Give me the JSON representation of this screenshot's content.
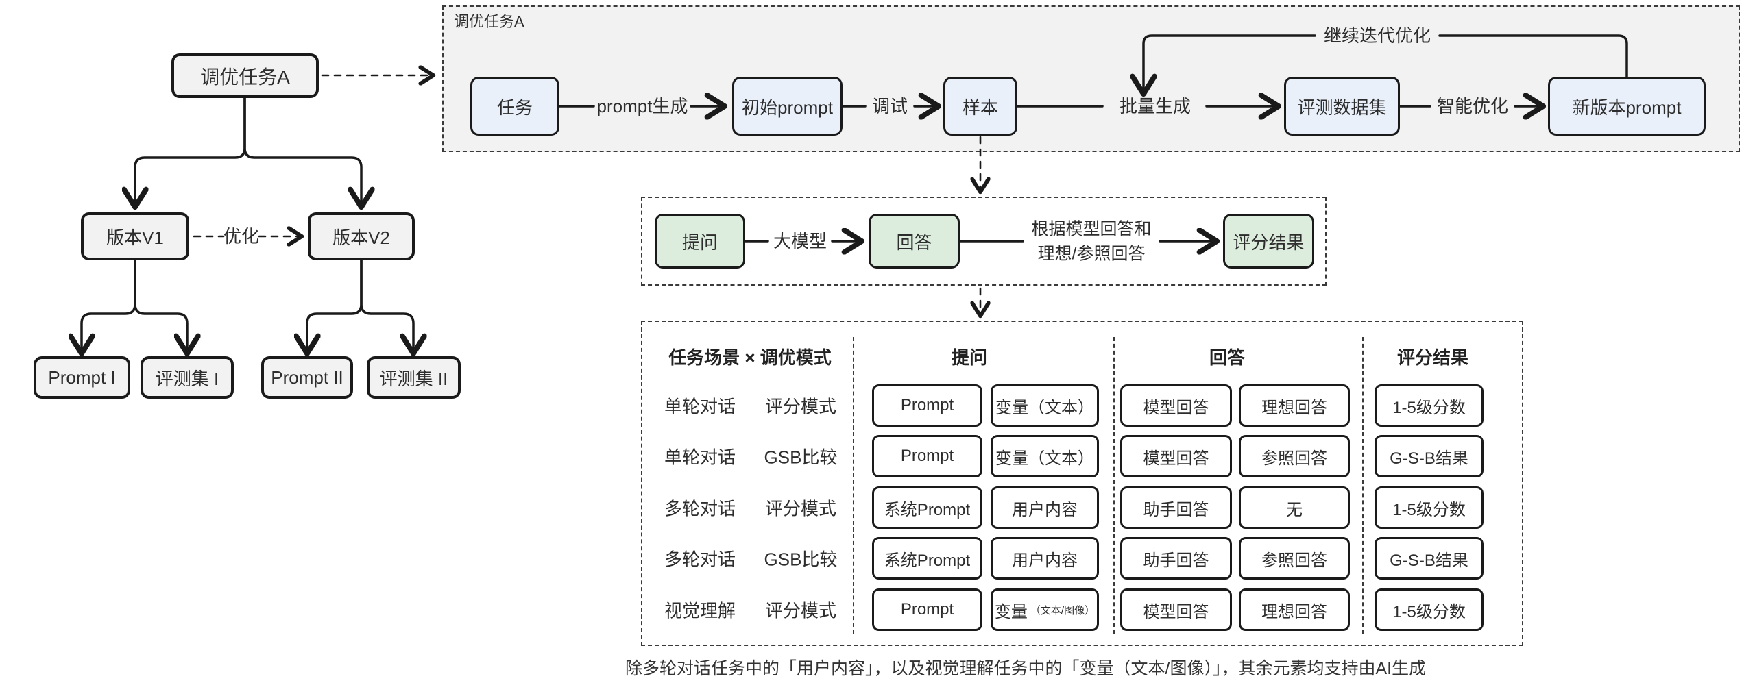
{
  "colors": {
    "node_gray": "#f2f2f2",
    "node_blue": "#e9f0fa",
    "node_green": "#dcedde",
    "container_fill": "#f2f2f2",
    "line": "#1a1a1a",
    "text": "#2d2d2d"
  },
  "left_tree": {
    "root": "调优任务A",
    "v1": "版本V1",
    "v2": "版本V2",
    "optimize_label": "优化",
    "children": [
      "Prompt I",
      "评测集 I",
      "Prompt II",
      "评测集 II"
    ]
  },
  "top_flow": {
    "container_label": "调优任务A",
    "nodes": [
      "任务",
      "初始prompt",
      "样本",
      "评测数据集",
      "新版本prompt"
    ],
    "edge_labels": [
      "prompt生成",
      "调试",
      "批量生成",
      "智能优化"
    ],
    "loop_label": "继续迭代优化"
  },
  "mid_flow": {
    "nodes": [
      "提问",
      "回答",
      "评分结果"
    ],
    "model_label": "大模型",
    "criteria_line1": "根据模型回答和",
    "criteria_line2": "理想/参照回答"
  },
  "table": {
    "headers": [
      "任务场景 × 调优模式",
      "提问",
      "回答",
      "评分结果"
    ],
    "rows": [
      {
        "scene": "单轮对话",
        "mode": "评分模式",
        "ask1": "Prompt",
        "ask2": "变量（文本）",
        "ans1": "模型回答",
        "ans2": "理想回答",
        "score": "1-5级分数"
      },
      {
        "scene": "单轮对话",
        "mode": "GSB比较",
        "ask1": "Prompt",
        "ask2": "变量（文本）",
        "ans1": "模型回答",
        "ans2": "参照回答",
        "score": "G-S-B结果"
      },
      {
        "scene": "多轮对话",
        "mode": "评分模式",
        "ask1": "系统Prompt",
        "ask2": "用户内容",
        "ans1": "助手回答",
        "ans2": "无",
        "score": "1-5级分数"
      },
      {
        "scene": "多轮对话",
        "mode": "GSB比较",
        "ask1": "系统Prompt",
        "ask2": "用户内容",
        "ans1": "助手回答",
        "ans2": "参照回答",
        "score": "G-S-B结果"
      },
      {
        "scene": "视觉理解",
        "mode": "评分模式",
        "ask1": "Prompt",
        "ask2": "变量",
        "ask2_small": "（文本/图像）",
        "ans1": "模型回答",
        "ans2": "理想回答",
        "score": "1-5级分数"
      }
    ],
    "footnote": "除多轮对话任务中的「用户内容」，以及视觉理解任务中的「变量（文本/图像）」，其余元素均支持由AI生成"
  }
}
